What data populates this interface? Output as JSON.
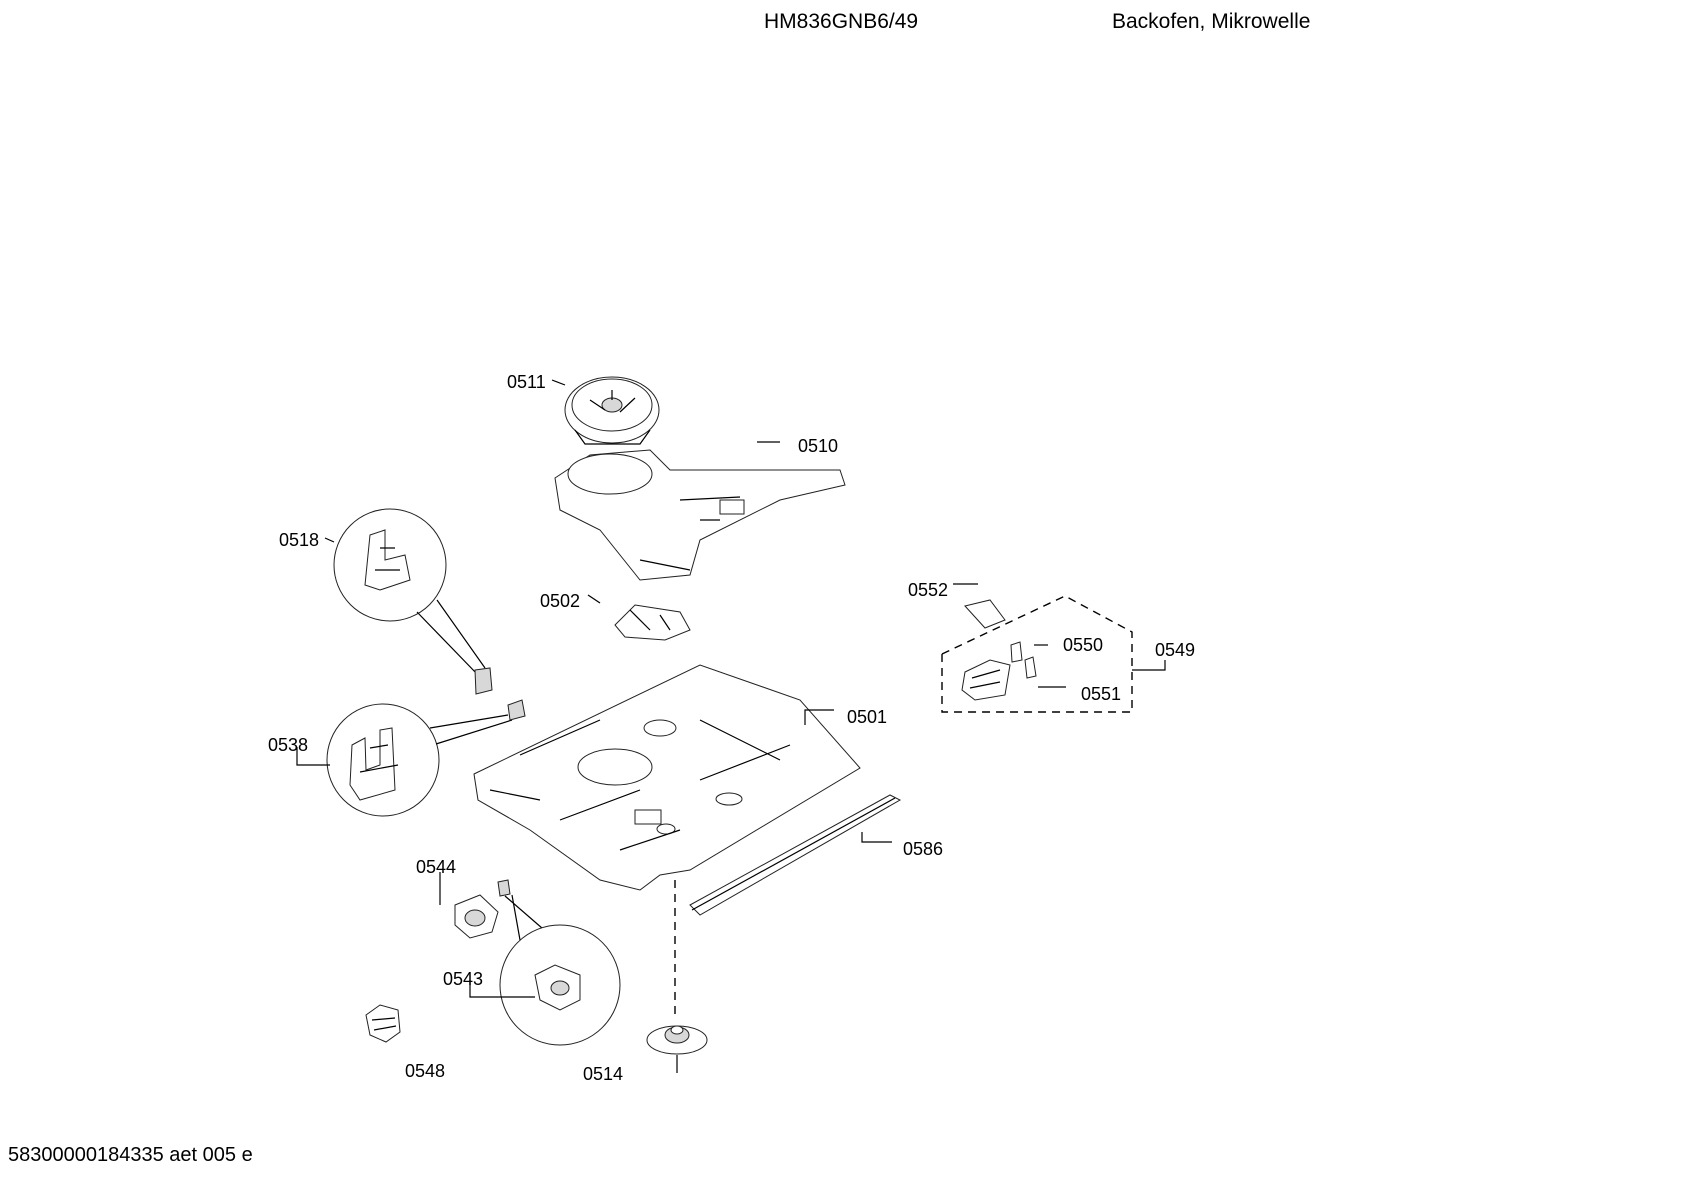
{
  "header": {
    "model": "HM836GNB6/49",
    "type": "Backofen, Mikrowelle"
  },
  "footer": {
    "doc_code": "58300000184335 aet 005 e"
  },
  "parts": {
    "p0511": "0511",
    "p0510": "0510",
    "p0518": "0518",
    "p0502": "0502",
    "p0552": "0552",
    "p0550": "0550",
    "p0549": "0549",
    "p0551": "0551",
    "p0501": "0501",
    "p0538": "0538",
    "p0586": "0586",
    "p0544": "0544",
    "p0543": "0543",
    "p0548": "0548",
    "p0514": "0514"
  }
}
